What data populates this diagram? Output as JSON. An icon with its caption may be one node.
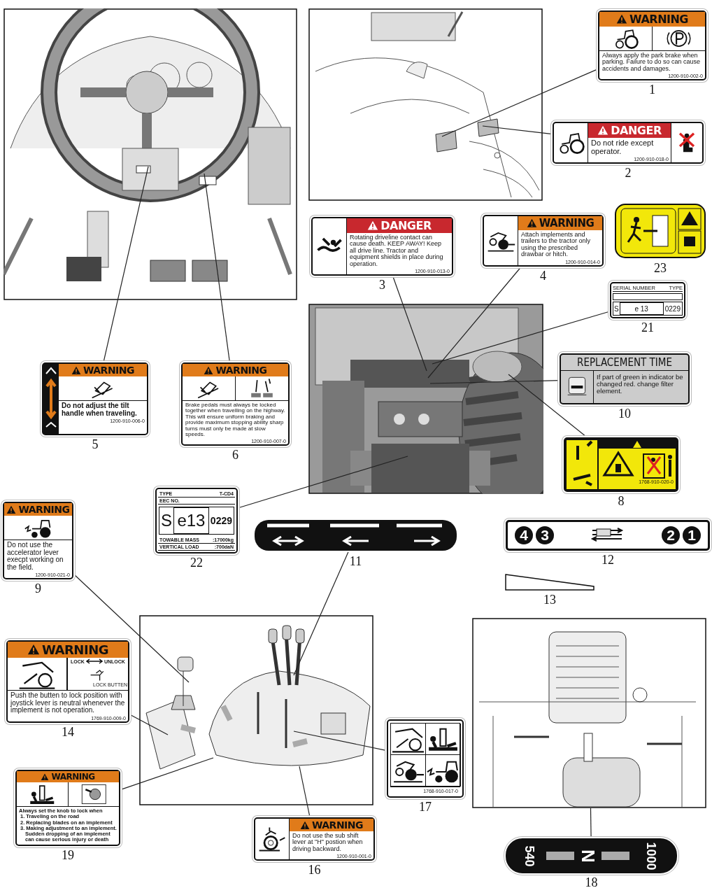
{
  "diagram": {
    "nodes": [
      {
        "text": [],
        "shape": "picture"
      },
      {
        "text": [],
        "shape": "picture"
      },
      {
        "text": [
          "WARNING",
          "Always apply the park brake when parking. Failure to do so can cause accidents and damages.",
          "1200-910-002-0"
        ],
        "beside": [
          "1"
        ]
      },
      {
        "text": [
          "DANGER",
          "Do not ride except operator.",
          "1200-910-018-0"
        ],
        "beside": [
          "2"
        ]
      },
      {
        "text": [],
        "shape": "picture",
        "beside": [
          "23"
        ]
      },
      {
        "text": [
          "DANGER",
          "Rotating driveline contact can cause death. KEEP AWAY! Keep all drive line. Tractor and equipment shields in place during operation.",
          "1200-910-013-0"
        ],
        "beside": [
          "3"
        ]
      },
      {
        "text": [
          "WARNING",
          "Attach implements and trailers to the tractor only using the prescribed drawbar or hitch.",
          "1200-910-014-0"
        ],
        "beside": [
          "4"
        ]
      },
      {
        "text": [
          "SERIAL NUMBER",
          "TYPE",
          "S",
          "e 13",
          "0229"
        ],
        "beside": [
          "21"
        ]
      },
      {
        "text": [],
        "shape": "picture"
      },
      {
        "text": [
          "WARNING",
          "Do not adjust the tilt handle when traveling.",
          "1200-910-006-0"
        ],
        "beside": [
          "5"
        ]
      },
      {
        "text": [
          "WARNING",
          "Brake pedals must always be locked together when travelling on the highway. This will ensure uniform braking and provide maximum stopping ability sharp turns must only be made at slow speeds.",
          "1200-910-007-0"
        ],
        "beside": [
          "6"
        ]
      },
      {
        "text": [
          "REPLACEMENT TIME",
          "If part of green in indicator be changed red. change filter element."
        ],
        "beside": [
          "10"
        ]
      },
      {
        "text": [
          "1768-910-020-0"
        ],
        "beside": [
          "8"
        ]
      },
      {
        "text": [
          "TYPE",
          "T-CD4",
          "EEC NO.",
          "S",
          "e13",
          "0229",
          "TOWABLE MASS",
          ":17000kg",
          "VERTICAL LOAD",
          ":700daN"
        ],
        "beside": [
          "22"
        ]
      },
      {
        "text": [],
        "shape": "picture",
        "beside": [
          "11"
        ]
      },
      {
        "text": [
          "4",
          "3",
          "2",
          "1"
        ],
        "beside": [
          "12"
        ]
      },
      {
        "text": [],
        "shape": "box",
        "beside": [
          "13"
        ]
      },
      {
        "text": [
          "WARNING",
          "Do not use the accelerator lever execpt working on the field.",
          "1200-910-021-0"
        ],
        "beside": [
          "9"
        ]
      },
      {
        "text": [
          "WARNING",
          "LOCK",
          "UNLOCK",
          "LOCK BUTTEN",
          "Push the butten to lock position with joystick lever is neutral whenever the implement is not operation.",
          "1769-910-009-0"
        ],
        "beside": [
          "14"
        ]
      },
      {
        "text": [],
        "shape": "picture"
      },
      {
        "text": [],
        "shape": "picture"
      },
      {
        "text": [
          "1768-910-017-0"
        ],
        "beside": [
          "17"
        ]
      },
      {
        "text": [
          "WARNING",
          "Always set the knob to lock when",
          "1. Traveling on the road",
          "2. Replacing blades on an implement",
          "3. Making adjustment to an implement.",
          "Sudden dropping of an implement can cause serious injury or death"
        ],
        "beside": [
          "19"
        ]
      },
      {
        "text": [
          "WARNING",
          "Do not use the sub shift lever at \"H\" postion when driving backward.",
          "1200-910-001-0"
        ],
        "beside": [
          "16"
        ]
      },
      {
        "text": [
          "540",
          "N",
          "1000"
        ],
        "beside": [
          "18"
        ]
      }
    ],
    "edges": [
      {
        "from": 2,
        "to": 1,
        "arrow": "none"
      },
      {
        "from": 3,
        "to": 1,
        "arrow": "none"
      },
      {
        "from": 9,
        "to": 0,
        "arrow": "none"
      },
      {
        "from": 10,
        "to": 0,
        "arrow": "none"
      },
      {
        "from": 5,
        "to": 8,
        "arrow": "none"
      },
      {
        "from": 6,
        "to": 8,
        "arrow": "none"
      },
      {
        "from": 7,
        "to": 8,
        "arrow": "none"
      },
      {
        "from": 11,
        "to": 8,
        "arrow": "none"
      },
      {
        "from": 12,
        "to": 8,
        "arrow": "none"
      },
      {
        "from": 13,
        "to": 8,
        "arrow": "none"
      },
      {
        "from": 14,
        "to": 19,
        "arrow": "none"
      },
      {
        "from": 17,
        "to": 19,
        "arrow": "none"
      },
      {
        "from": 18,
        "to": 19,
        "arrow": "none"
      },
      {
        "from": 21,
        "to": 19,
        "arrow": "none"
      },
      {
        "from": 22,
        "to": 19,
        "arrow": "none"
      },
      {
        "from": 23,
        "to": 19,
        "arrow": "none"
      },
      {
        "from": 24,
        "to": 20,
        "arrow": "none"
      }
    ]
  }
}
